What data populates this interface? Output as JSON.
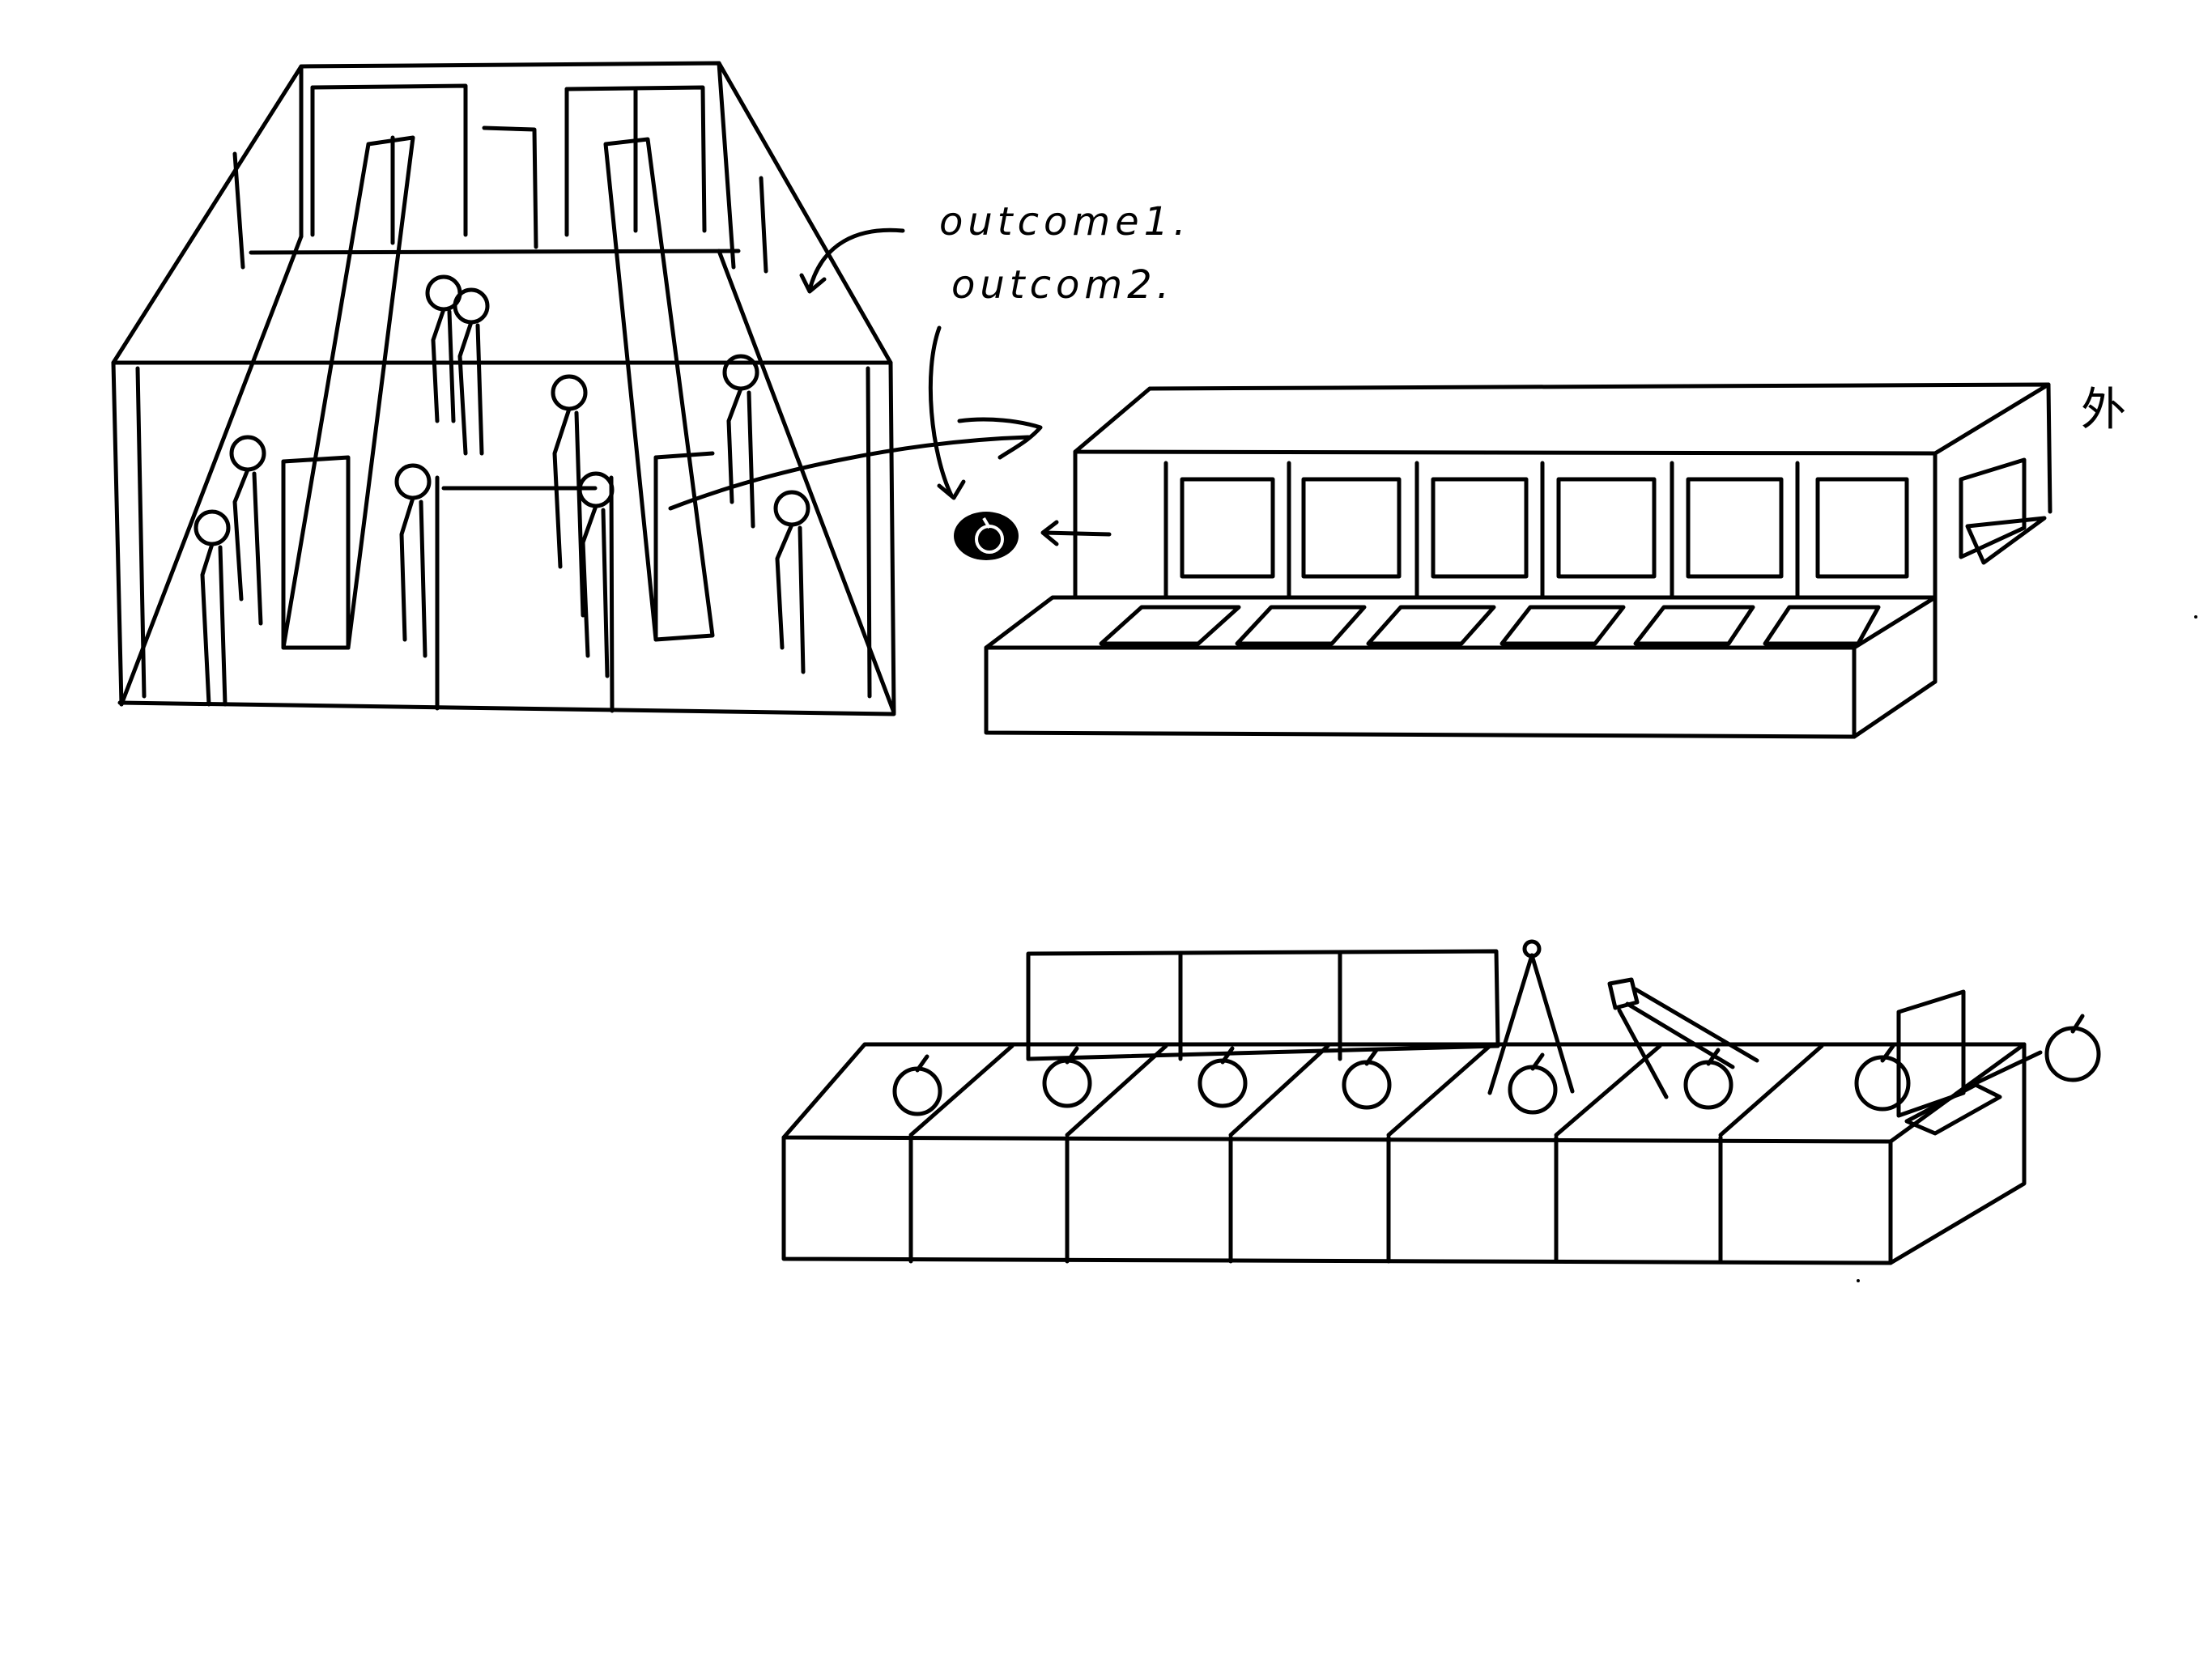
{
  "annotations": {
    "outcome_1": "outcome1.",
    "outcome_2": "outcom2.",
    "side_label": "外"
  }
}
